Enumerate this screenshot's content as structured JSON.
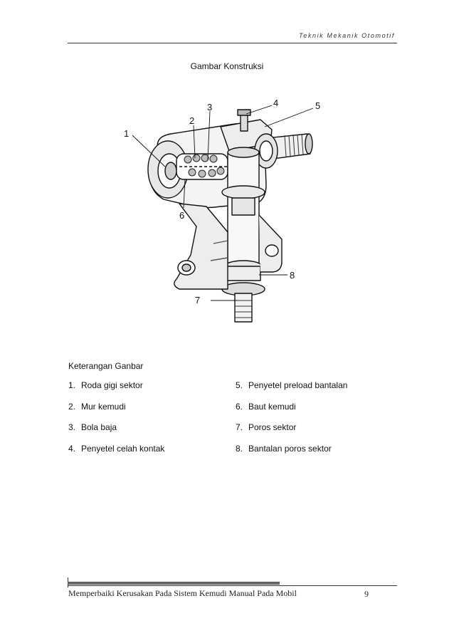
{
  "header": {
    "title": "Teknik Mekanik Otomotif"
  },
  "figure": {
    "title": "Gambar Konstruksi",
    "callouts": [
      "1",
      "2",
      "3",
      "4",
      "5",
      "6",
      "7",
      "8"
    ]
  },
  "legend": {
    "title": "Keterangan Ganbar",
    "left_items": [
      {
        "num": "1.",
        "label": "Roda gigi sektor"
      },
      {
        "num": "2.",
        "label": "Mur kemudi"
      },
      {
        "num": "3.",
        "label": "Bola baja"
      },
      {
        "num": "4.",
        "label": "Penyetel celah kontak"
      }
    ],
    "right_items": [
      {
        "num": "5.",
        "label": "Penyetel preload bantalan"
      },
      {
        "num": "6.",
        "label": "Baut kemudi"
      },
      {
        "num": "7.",
        "label": "Poros sektor"
      },
      {
        "num": "8.",
        "label": "Bantalan poros sektor"
      }
    ]
  },
  "footer": {
    "text": "Memperbaiki Kerusakan Pada Sistem Kemudi Manual Pada Mobil",
    "page_number": "9"
  }
}
